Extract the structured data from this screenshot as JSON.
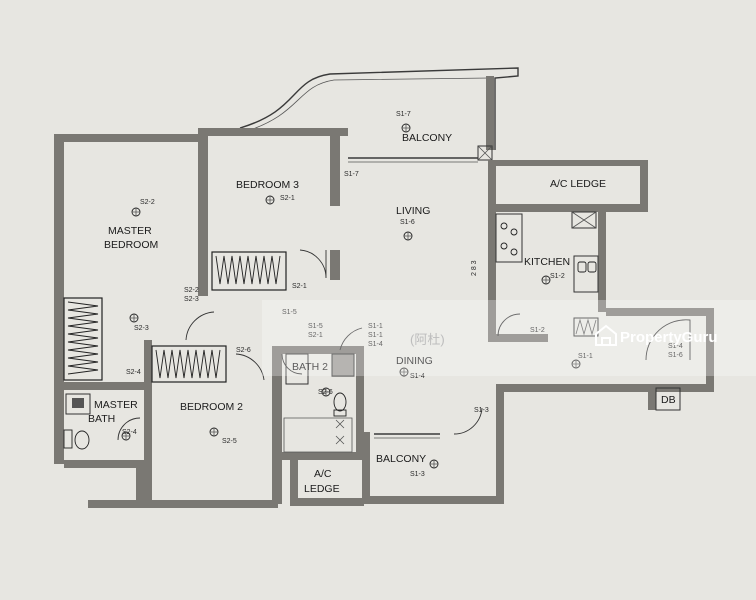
{
  "rooms": {
    "balcony_top": "BALCONY",
    "bedroom3": "BEDROOM 3",
    "master_bedroom_1": "MASTER",
    "master_bedroom_2": "BEDROOM",
    "living": "LIVING",
    "ac_ledge_top": "A/C LEDGE",
    "kitchen": "KITCHEN",
    "dining": "DINING",
    "bath2": "BATH 2",
    "bedroom2": "BEDROOM 2",
    "master_bath_1": "MASTER",
    "master_bath_2": "BATH",
    "ac_ledge_bottom_1": "A/C",
    "ac_ledge_bottom_2": "LEDGE",
    "balcony_bottom": "BALCONY",
    "db": "DB"
  },
  "tags": {
    "s1_7_balcony": "S1-7",
    "s1_7_door": "S1-7",
    "s2_1_bed3": "S2-1",
    "s2_1_door": "S2-1",
    "s1_6_living": "S1-6",
    "s2_2_master": "S2-2",
    "s2_2_door": "S2-2",
    "s2_3_door": "S2-3",
    "s2_3_master": "S2-3",
    "s1_5": "S1-5",
    "s1_5_stack": "S1-5",
    "s2_1_stack": "S2-1",
    "s1_1_a": "S1-1",
    "s1_1_b": "S1-1",
    "s1_4_a": "S1-4",
    "s2_6_door": "S2-6",
    "s2_6_bath": "S2-6",
    "s1_2_kitchen": "S1-2",
    "s1_2_door": "S1-2",
    "s1_1_entry": "S1-1",
    "s1_4_dining": "S1-4",
    "s1_3_door": "S1-3",
    "s1_3_balcony": "S1-3",
    "s2_4_door": "S2-4",
    "s2_4_bath": "S2-4",
    "s2_5_bed2": "S2-5",
    "s1_4_entry": "S1-4",
    "s1_6_entry": "S1-6",
    "cooker_code": "2 8 3"
  },
  "watermark": {
    "text": "(阿杜)"
  },
  "brand": {
    "name": "PropertyGuru"
  }
}
